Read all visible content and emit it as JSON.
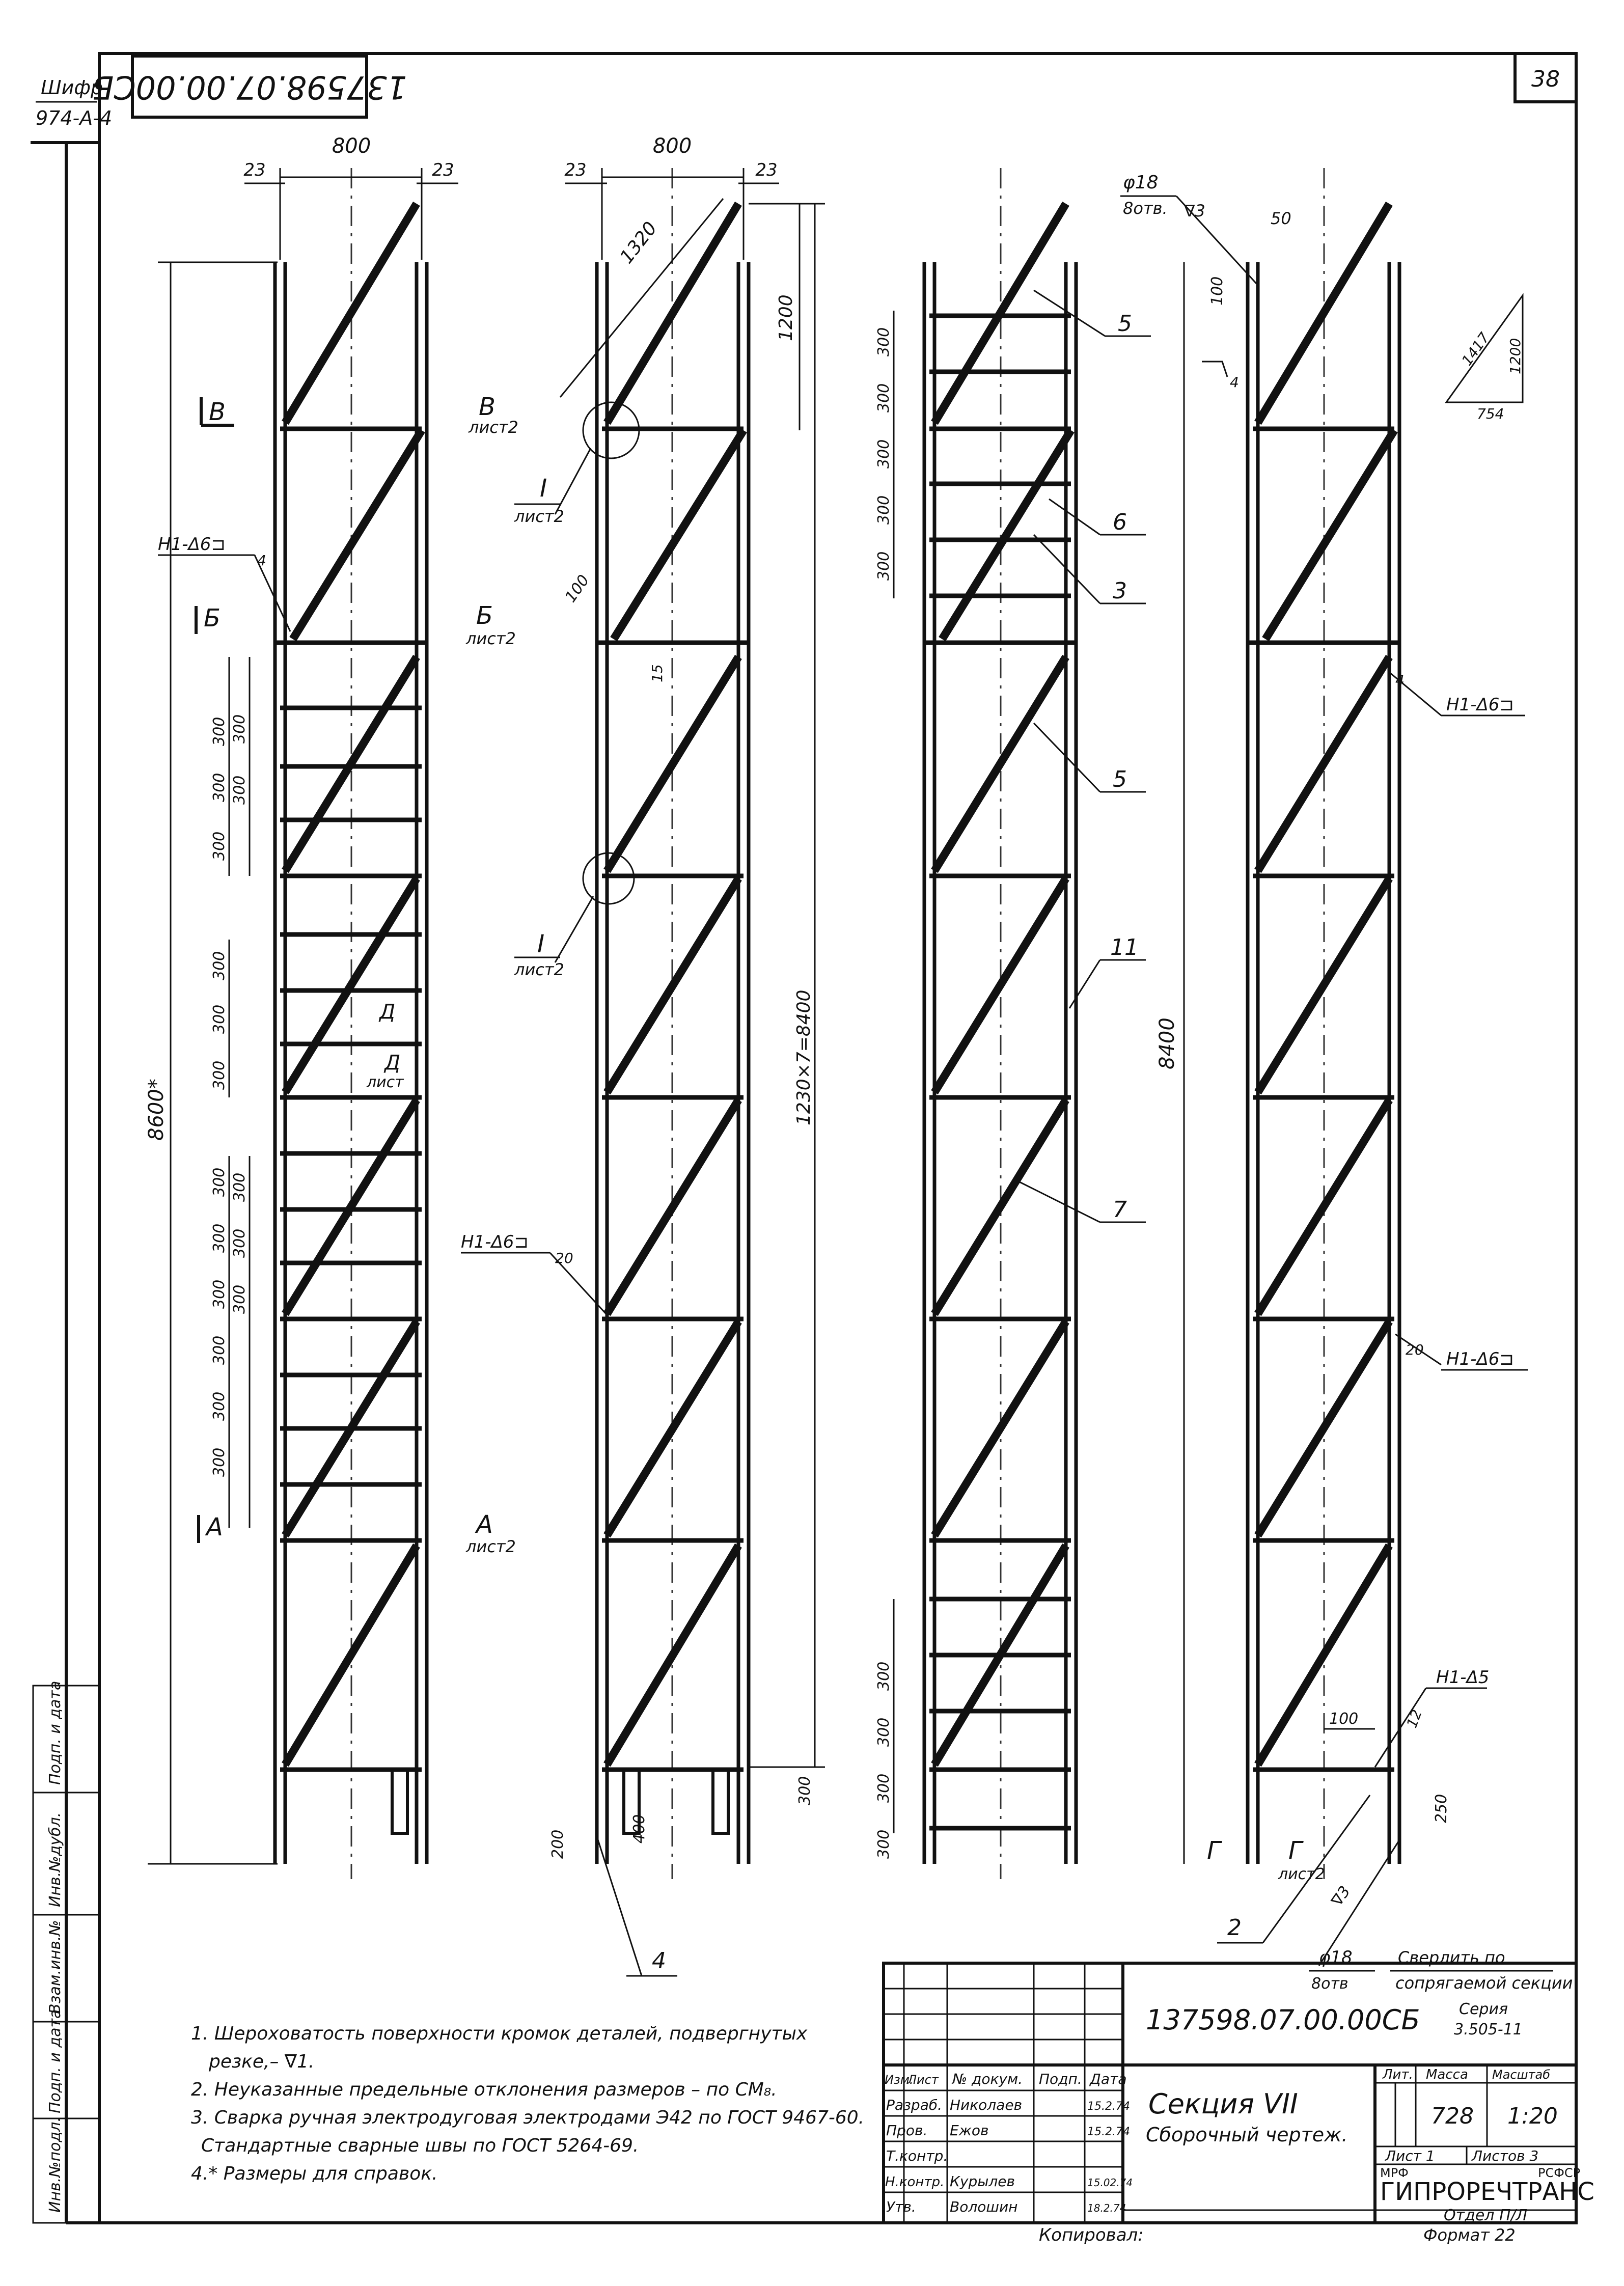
{
  "sheet": {
    "number": "38",
    "cipher_label": "Шифр",
    "cipher_value": "974-А-4",
    "doc_code_rotated": "137598.07.00.00СБ"
  },
  "side_stamps": [
    "Инв.№подл.",
    "Подп. и дата",
    "Взам.инв.№",
    "Инв.№дубл.",
    "Подп. и дата"
  ],
  "views": {
    "v1": {
      "width": "800",
      "offset_left": "23",
      "offset_right": "23",
      "overall": "8600*",
      "section_labels": [
        {
          "id": "B-left",
          "text": "В"
        },
        {
          "id": "B-right",
          "text": "В",
          "sheet": "лист2"
        },
        {
          "id": "B6-left",
          "text": "Б"
        },
        {
          "id": "B6-right",
          "text": "Б",
          "sheet": "лист2"
        },
        {
          "id": "A-left",
          "text": "А"
        },
        {
          "id": "A-right",
          "text": "А",
          "sheet": "лист2"
        },
        {
          "id": "D",
          "text": "Д",
          "sheet": "лист"
        }
      ],
      "weld": "Н1-Δ6⊐",
      "weld_leg": "4",
      "rung_dims": [
        "300",
        "300",
        "300",
        "300",
        "300",
        "300",
        "300",
        "300",
        "300",
        "300",
        "300",
        "300",
        "300",
        "300",
        "300",
        "300",
        "300"
      ]
    },
    "v2": {
      "width": "800",
      "offset_left": "23",
      "offset_right": "23",
      "brace_len": "1320",
      "brace_h": "1200",
      "detail_1": "I",
      "detail_1_sheet": "лист2",
      "detail_2": "I",
      "detail_2_sheet": "лист2",
      "dim_100": "100",
      "dim_15": "15",
      "overall": "1230×7=8400",
      "weld": "Н1-Δ6⊐",
      "weld_leg": "20",
      "bottom_200": "200",
      "bottom_400": "400",
      "bottom_300": "300",
      "callout_4": "4"
    },
    "v3": {
      "callouts": [
        "5",
        "6",
        "3",
        "5",
        "11",
        "7"
      ],
      "overall": "8400",
      "rung_dims": [
        "300",
        "300",
        "300",
        "300",
        "300",
        "300",
        "300",
        "300",
        "300"
      ]
    },
    "v4": {
      "hole_top": "φ18",
      "hole_top_count": "8отв.",
      "rough_top": "∇3",
      "dim_50": "50",
      "dim_100": "100",
      "weld_leg_top": "4",
      "tri_hyp": "1417",
      "tri_v": "1200",
      "tri_h": "754",
      "weld_mid": "Н1-Δ6⊐",
      "weld_mid_leg": "4",
      "weld_low": "Н1-Δ6⊐",
      "weld_low_leg": "20",
      "weld_bot": "Н1-Δ5",
      "weld_bot_leg": "12",
      "dim_bot_100": "100",
      "dim_250": "250",
      "section_g_left": "Г",
      "section_g_right": "Г",
      "section_g_sheet": "лист2",
      "callout_2": "2",
      "rough_bot": "∇3",
      "hole_bot": "φ18",
      "hole_bot_count": "8отв",
      "drill_note_1": "Сверлить по",
      "drill_note_2": "сопрягаемой секции"
    }
  },
  "notes": [
    "1. Шероховатость поверхности кромок деталей, подвергнутых",
    "резке,– ∇1.",
    "2. Неуказанные предельные отклонения размеров – по СМ₈.",
    "3. Сварка ручная электродуговая электродами Э42 по ГОСТ 9467-60.",
    "Стандартные сварные швы по ГОСТ 5264-69.",
    "4.* Размеры для справок."
  ],
  "title_block": {
    "doc_code": "137598.07.00.00СБ",
    "series_label": "Серия",
    "series_value": "3.505-11",
    "title": "Секция VII",
    "subtitle": "Сборочный чертеж.",
    "col_headers": [
      "Изм.",
      "Лист",
      "№ докум.",
      "Подп.",
      "Дата"
    ],
    "rows": [
      {
        "role": "Разраб.",
        "name": "Николаев",
        "sign": "",
        "date": "15.2.74"
      },
      {
        "role": "Пров.",
        "name": "Ежов",
        "sign": "",
        "date": "15.2.74"
      },
      {
        "role": "Т.контр.",
        "name": "",
        "sign": "",
        "date": ""
      },
      {
        "role": "",
        "name": "",
        "sign": "",
        "date": ""
      },
      {
        "role": "Н.контр.",
        "name": "Курылев",
        "sign": "",
        "date": "15.02.74"
      },
      {
        "role": "Утв.",
        "name": "Волошин",
        "sign": "",
        "date": "18.2.74"
      }
    ],
    "lit_label": "Лит.",
    "mass_label": "Масса",
    "scale_label": "Масштаб",
    "mass_value": "728",
    "scale_value": "1:20",
    "sheet_label": "Лист 1",
    "sheets_label": "Листов 3",
    "org_small_left": "МРФ",
    "org_small_right": "РСФСР",
    "org_name": "ГИПРОРЕЧТРАНС",
    "org_dept": "Отдел П/Л",
    "copied_label": "Копировал:",
    "format_label": "Формат 22"
  }
}
